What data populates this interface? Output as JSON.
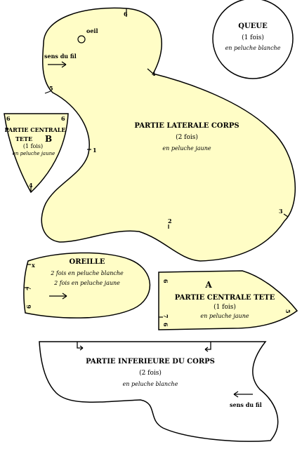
{
  "colors": {
    "yellow_piece": "#fffdc6",
    "white_piece": "#ffffff",
    "outline": "#000000"
  },
  "tail": {
    "title": "QUEUE",
    "count": "(1 fois)",
    "fabric": "en peluche blanche"
  },
  "body_side": {
    "title": "PARTIE LATERALE CORPS",
    "count": "(2 fois)",
    "fabric": "en peluche jaune",
    "eye_label": "oeil",
    "grain_label": "sens du fil",
    "marks": {
      "m1": "1",
      "m2": "2",
      "m3": "3",
      "m4": "4",
      "m5": "5",
      "m6": "6"
    }
  },
  "head_center_b": {
    "title_line1": "PARTIE CENTRALE",
    "title_line2": "TETE",
    "letter": "B",
    "count": "(1 fois)",
    "fabric": "en peluche jaune",
    "mark_left": "6",
    "mark_right": "6",
    "mark_bottom": "4"
  },
  "ear": {
    "title": "OREILLE",
    "line1": "2 fois en peluche blanche",
    "line2": "2 fois en peluche jaune",
    "mark_x": "x",
    "mark_7": "7",
    "mark_6": "6"
  },
  "head_center_a": {
    "letter": "A",
    "title": "PARTIE CENTRALE TETE",
    "count": "(1 fois)",
    "fabric": "en peluche jaune",
    "mark_6_top": "6",
    "mark_7": "7",
    "mark_6_bottom": "6",
    "mark_5": "5"
  },
  "body_bottom": {
    "title": "PARTIE INFERIEURE DU CORPS",
    "count": "(2 fois)",
    "fabric": "en peluche blanche",
    "grain_label": "sens du fil"
  }
}
